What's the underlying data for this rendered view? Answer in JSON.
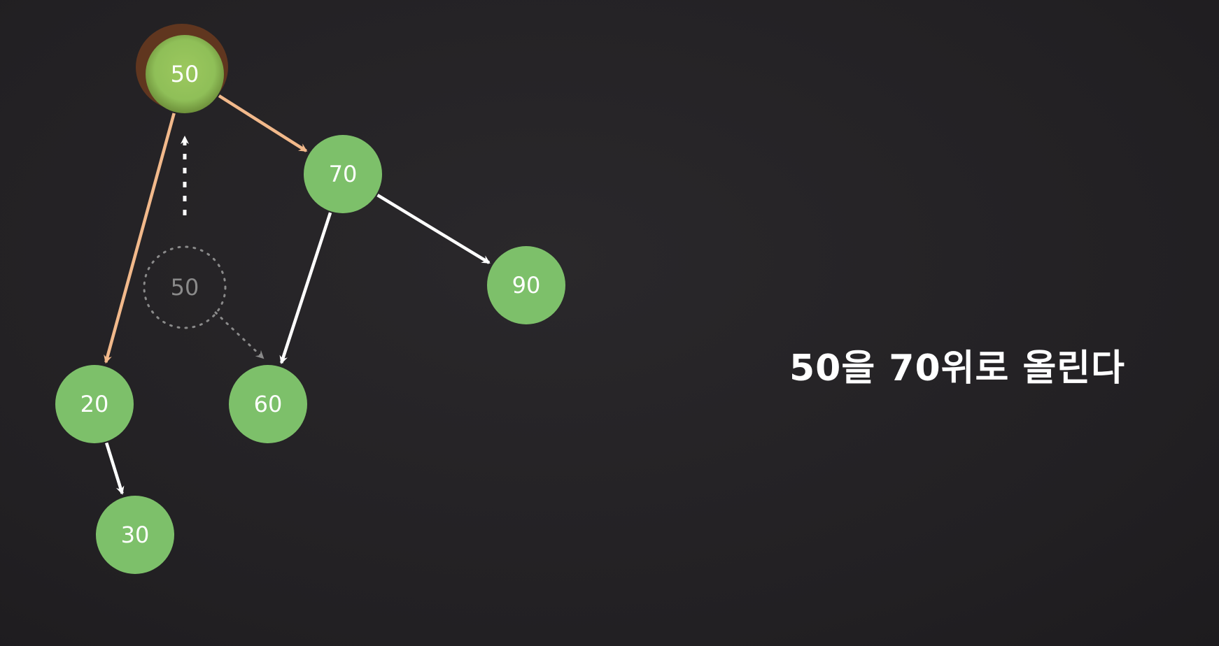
{
  "nodes": [
    {
      "id": "50",
      "label": "50"
    },
    {
      "id": "70",
      "label": "70"
    },
    {
      "id": "90",
      "label": "90"
    },
    {
      "id": "20",
      "label": "20"
    },
    {
      "id": "60",
      "label": "60"
    },
    {
      "id": "30",
      "label": "30"
    }
  ],
  "edges": [
    {
      "from": "50",
      "to": "20",
      "style": "highlight"
    },
    {
      "from": "50",
      "to": "70",
      "style": "highlight"
    },
    {
      "from": "70",
      "to": "60",
      "style": "normal"
    },
    {
      "from": "70",
      "to": "90",
      "style": "normal"
    },
    {
      "from": "20",
      "to": "30",
      "style": "normal"
    }
  ],
  "ghost_node": {
    "label": "50"
  },
  "caption": "50을 70위로 올린다",
  "colors": {
    "background": "#232124",
    "node_fill": "#7dc06a",
    "highlight_edge": "#f2b98b",
    "normal_edge": "#ffffff",
    "ghost": "#8a8a8a",
    "root_scribble": "#6b3a1e"
  }
}
